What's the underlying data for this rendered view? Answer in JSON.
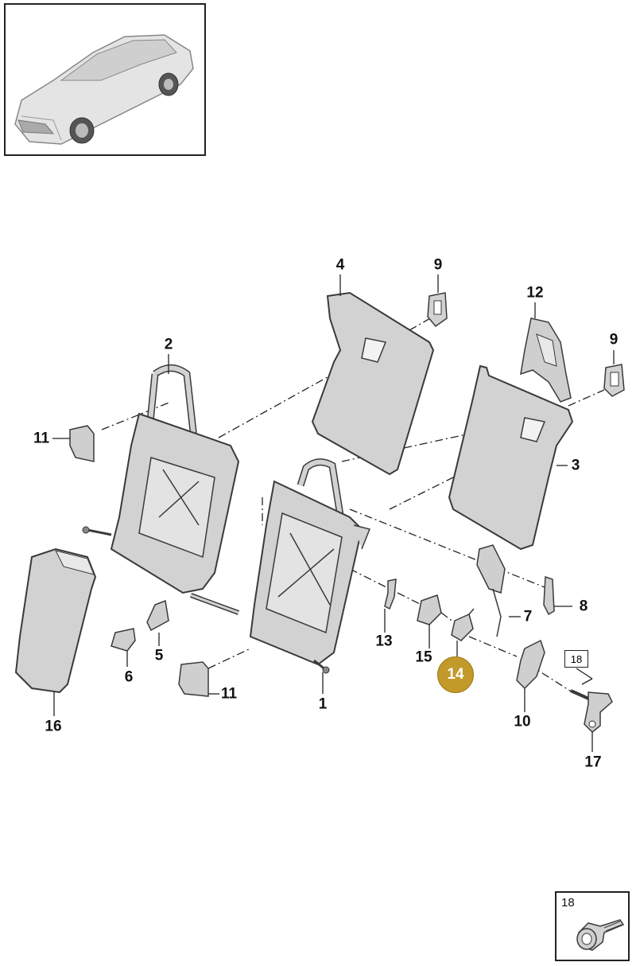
{
  "callouts": [
    {
      "id": "c1",
      "text": "1"
    },
    {
      "id": "c2",
      "text": "2"
    },
    {
      "id": "c3",
      "text": "3"
    },
    {
      "id": "c4",
      "text": "4"
    },
    {
      "id": "c5",
      "text": "5"
    },
    {
      "id": "c6",
      "text": "6"
    },
    {
      "id": "c7",
      "text": "7"
    },
    {
      "id": "c8",
      "text": "8"
    },
    {
      "id": "c9a",
      "text": "9"
    },
    {
      "id": "c9b",
      "text": "9"
    },
    {
      "id": "c10",
      "text": "10"
    },
    {
      "id": "c11a",
      "text": "11"
    },
    {
      "id": "c11b",
      "text": "11"
    },
    {
      "id": "c12",
      "text": "12"
    },
    {
      "id": "c13",
      "text": "13"
    },
    {
      "id": "c15",
      "text": "15"
    },
    {
      "id": "c16",
      "text": "16"
    },
    {
      "id": "c17",
      "text": "17"
    }
  ],
  "highlight": {
    "text": "14",
    "color": "#c29a2a"
  },
  "reference_box": {
    "text": "18"
  },
  "detail_box": {
    "text": "18"
  },
  "colors": {
    "part_fill": "#d2d2d2",
    "part_stroke": "#3a3a3a",
    "line": "#222222"
  }
}
